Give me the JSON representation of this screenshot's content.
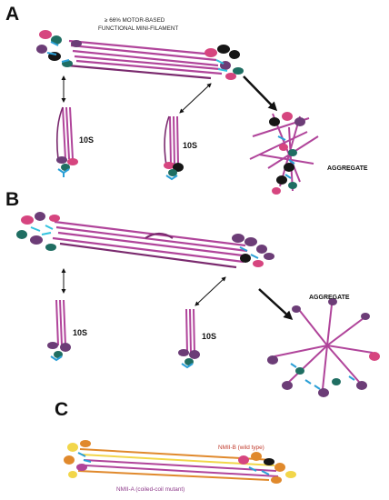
{
  "panels": {
    "a": {
      "letter": "A",
      "header_line1": "≥ 66% MOTOR-BASED",
      "header_line2": "FUNCTIONAL MINI-FILAMENT",
      "monomer_left": "10S",
      "monomer_right": "10S",
      "aggregate": "AGGREGATE"
    },
    "b": {
      "letter": "B",
      "monomer_left": "10S",
      "monomer_right": "10S",
      "aggregate": "AGGREGATE"
    },
    "c": {
      "letter": "C",
      "wild_type": "NMII-B (wild type)",
      "mutant": "NMII-A (coiled-coil mutant)"
    }
  },
  "colors": {
    "rod": "#b0449a",
    "rod_dark": "#7a2a6e",
    "head_pink": "#d6457f",
    "head_purple": "#6c3d77",
    "head_black": "#161616",
    "head_teal": "#1f6e62",
    "light_chain_blue": "#2a9fd6",
    "light_chain_cyan": "#32c3de",
    "orange": "#e0892c",
    "yellow": "#f2d64a",
    "label_red": "#c0392b",
    "label_purple": "#8e3a8a"
  },
  "icons": [
    "double-arrow-icon",
    "bold-arrow-icon"
  ]
}
